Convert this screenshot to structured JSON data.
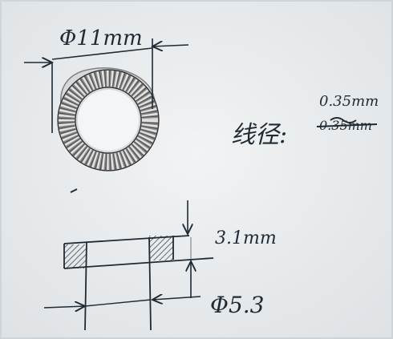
{
  "annotations": {
    "outer_diameter": "Φ11mm",
    "wire_label": "线径:",
    "wire_value_corrected": "0.35mm",
    "wire_value_crossed": "0.35mm",
    "height": "3.1mm",
    "inner_diameter": "Φ5.3"
  },
  "colors": {
    "paper": "#e9ecee",
    "ink": "#1f2a33",
    "hatch": "#1f2a33",
    "metal_light": "#d6d6d6",
    "metal_dark": "#6f6f6f"
  }
}
